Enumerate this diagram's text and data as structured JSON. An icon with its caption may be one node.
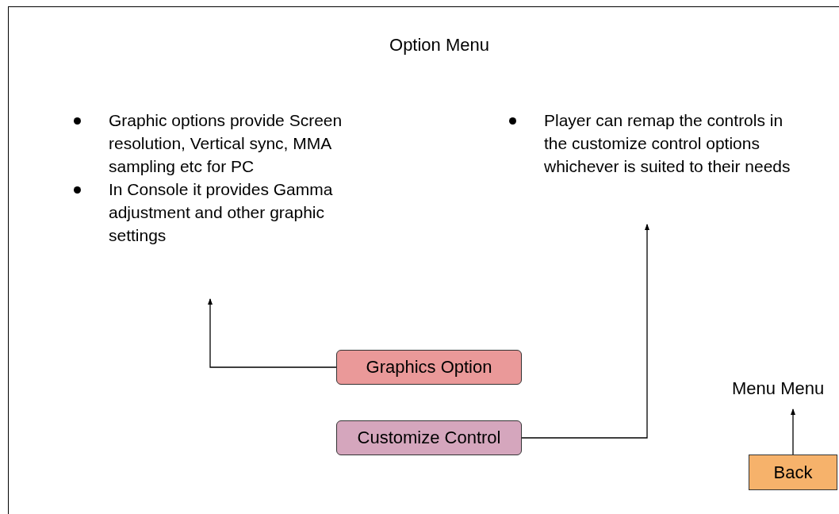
{
  "diagram": {
    "nodes": [
      {
        "text": [
          "Option Menu"
        ]
      },
      {
        "text": [
          "Graphic options provide Screen resolution, Vertical sync, MMA sampling etc for PC",
          "In Console it provides Gamma adjustment and other graphic settings"
        ],
        "in": 0
      },
      {
        "text": [
          "Player can remap the controls in the customize control options whichever is suited to their needs"
        ],
        "in": 0
      },
      {
        "text": [
          "Graphics Option"
        ],
        "in": 0
      },
      {
        "text": [
          "Customize Control"
        ],
        "in": 0
      },
      {
        "text": [
          "Menu Menu"
        ],
        "in": 0
      },
      {
        "text": [
          "Back"
        ],
        "in": 0
      }
    ],
    "edges": [
      {
        "from": 3,
        "to": 1,
        "arrow": "to"
      },
      {
        "from": 4,
        "to": 2,
        "arrow": "to"
      },
      {
        "from": 6,
        "to": 5,
        "arrow": "to"
      }
    ]
  }
}
